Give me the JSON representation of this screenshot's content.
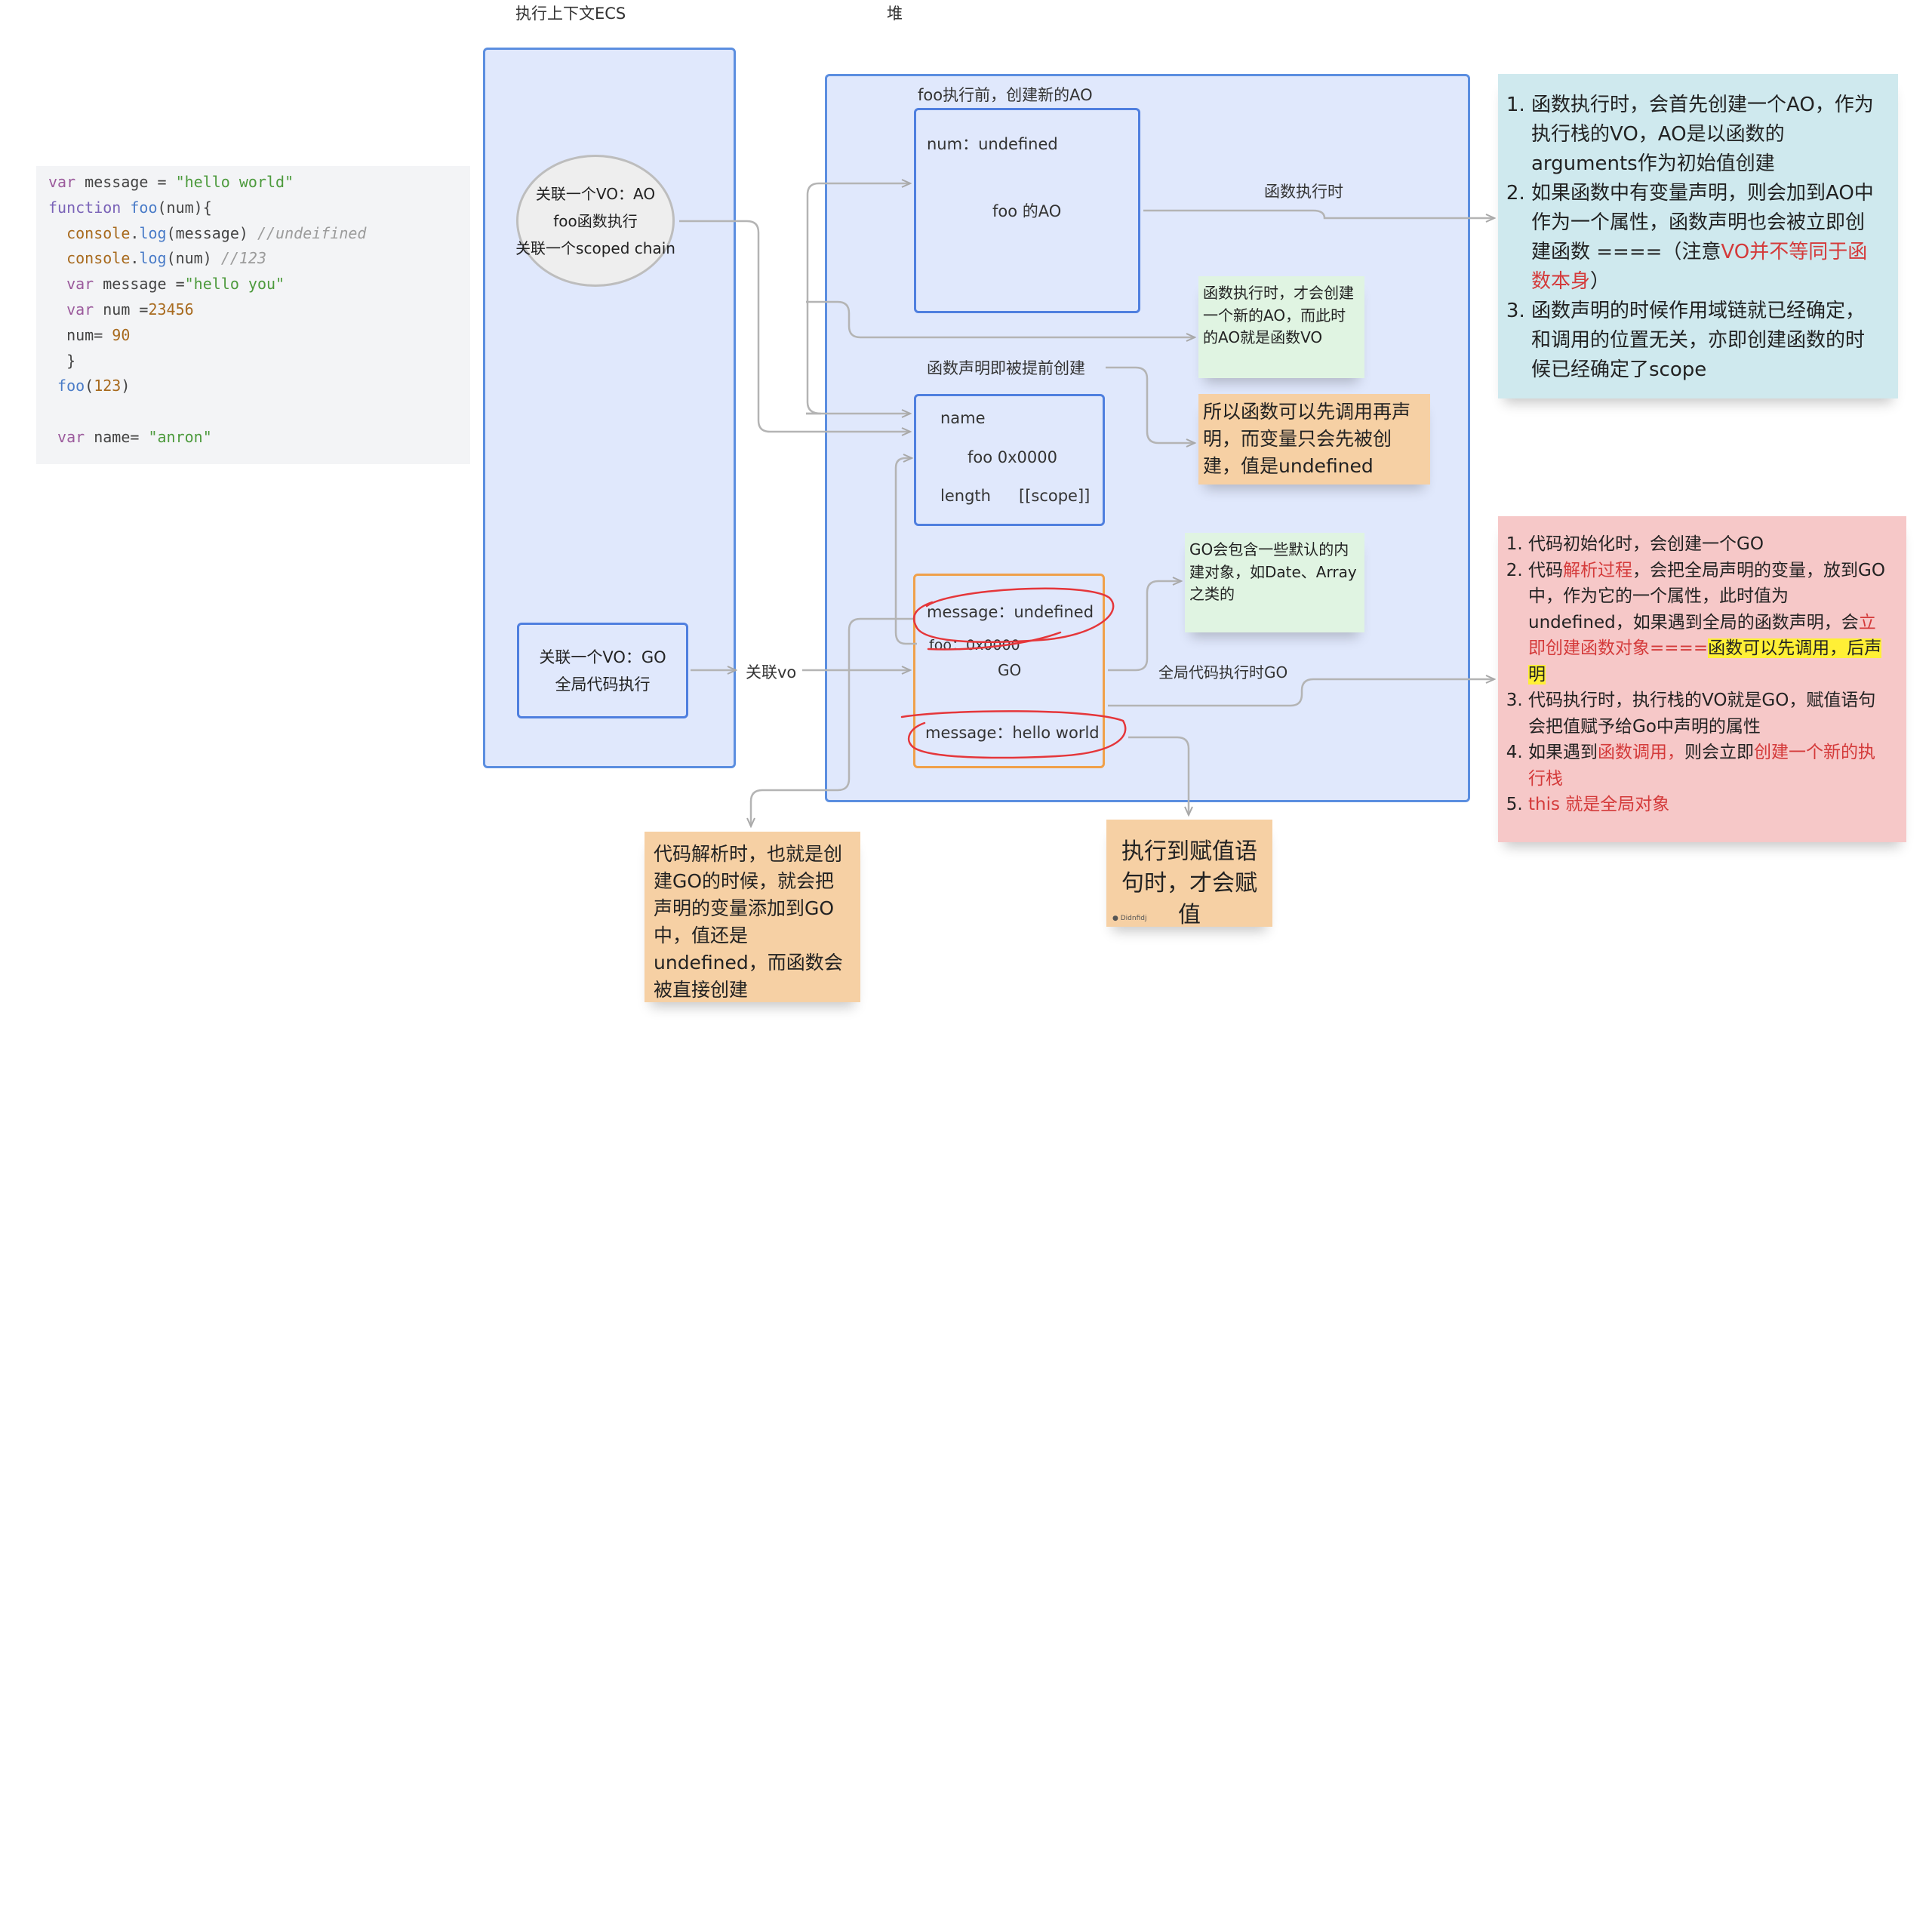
{
  "labels": {
    "ecs_title": "执行上下文ECS",
    "heap_title": "堆",
    "ao_title": "foo执行前，创建新的AO",
    "fn_exec": "函数执行时",
    "fn_decl": "函数声明即被提前创建",
    "link_vo": "关联vo",
    "global_go": "全局代码执行时GO"
  },
  "code": {
    "lines": [
      "var message = \"hello world\"",
      "function foo(num){",
      "  console.log(message) //undeifined",
      "  console.log(num) //123",
      "  var message =\"hello you\"",
      "  var num =23456",
      "  num= 90",
      "  }",
      " foo(123)",
      "",
      " var name= \"anron\""
    ]
  },
  "ecs": {
    "ao_ctx": [
      "关联一个VO：AO",
      "foo函数执行",
      "关联一个scoped chain"
    ],
    "go_ctx": [
      "关联一个VO：GO",
      "全局代码执行"
    ]
  },
  "heap": {
    "ao": {
      "num": "num：undefined",
      "name": "foo 的AO"
    },
    "fn_obj": {
      "name": "name",
      "addr": "foo 0x0000",
      "length": "length",
      "scope": "[[scope]]"
    },
    "go": {
      "message1": "message：undefined",
      "foo": "foo：0x0000",
      "name": "GO",
      "message2": "message：hello world"
    }
  },
  "notes": {
    "green_ao": "函数执行时，才会创建一个新的AO，而此时的AO就是函数VO",
    "orange_hoist": "所以函数可以先调用再声明，而变量只会先被创建，值是undefined",
    "green_go": "GO会包含一些默认的内建对象，如Date、Array之类的",
    "orange_parse": "代码解析时，也就是创建GO的时候，就会把声明的变量添加到GO中，值还是undefined，而函数会被直接创建",
    "orange_assign": "执行到赋值语句时，才会赋值",
    "orange_assign_author": "Didnfidj"
  },
  "teal_list": [
    [
      {
        "t": "函数执行时，会首先创建一个AO，作为执行栈的VO，AO是以函数的arguments作为初始值创建"
      }
    ],
    [
      {
        "t": "如果函数中有变量声明，则会加到AO中作为一个属性，函数声明也会被立即创建函数 ====（注意"
      },
      {
        "t": "VO并不等同于函数本身",
        "c": "red"
      },
      {
        "t": "）"
      }
    ],
    [
      {
        "t": "函数声明的时候作用域链就已经确定，和调用的位置无关，亦即创建函数的时候已经确定了scope"
      }
    ]
  ],
  "pink_list": [
    [
      {
        "t": "代码初始化时，会创建一个GO"
      }
    ],
    [
      {
        "t": "代码"
      },
      {
        "t": "解析过程",
        "c": "red"
      },
      {
        "t": "，会把全局声明的变量，放到GO中，作为它的一个属性，此时值为undefined，如果遇到全局的函数声明，会"
      },
      {
        "t": "立即创建函数对象====",
        "c": "red"
      },
      {
        "t": "函数可以先调用，后声明",
        "c": "hl"
      }
    ],
    [
      {
        "t": "代码执行时，执行栈的VO就是GO，赋值语句会把值赋予给Go中声明的属性"
      }
    ],
    [
      {
        "t": "如果遇到"
      },
      {
        "t": "函数调用，",
        "c": "red"
      },
      {
        "t": "则会立即"
      },
      {
        "t": "创建一个新的执行栈",
        "c": "red"
      }
    ],
    [
      {
        "t": "this 就是全局对象",
        "c": "red"
      }
    ]
  ],
  "colors": {
    "panel_fill": "#e0e8fc",
    "panel_border": "#5b8ee0",
    "go_border": "#f0a04a",
    "teal": "#cfe9ee",
    "pink": "#f6c8c8",
    "orange": "#f6d0a4",
    "green": "#e0f4e2",
    "red_accent": "#d43a3a",
    "highlight": "#fff036"
  }
}
